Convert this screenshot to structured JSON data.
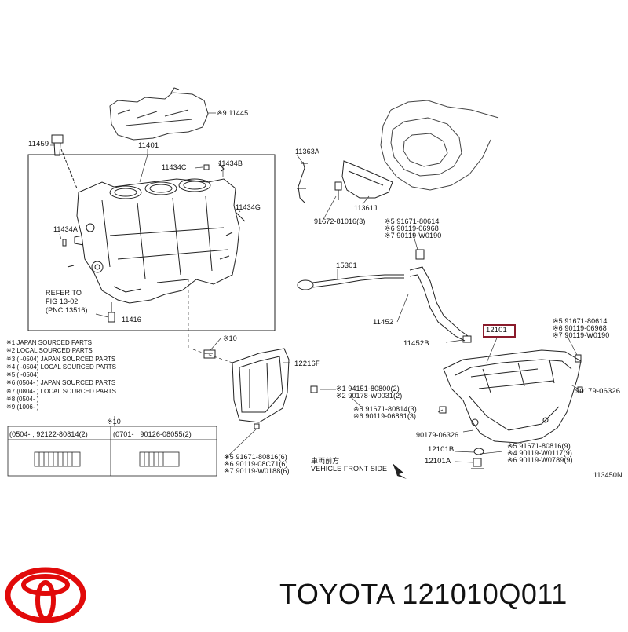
{
  "diagram": {
    "labels": {
      "p11445": "※9 11445",
      "p11459": "11459",
      "p11401": "11401",
      "p11434c": "11434C",
      "p11434b": "11434B",
      "p11434g": "11434G",
      "p11434a": "11434A",
      "p11363a": "11363A",
      "p11361j": "11361J",
      "p91672": "91672-81016(3)",
      "refer1": "REFER TO",
      "refer2": "FIG 13-02",
      "refer3": "(PNC 13516)",
      "p11416": "11416",
      "fast_a1": "※5 91671-80614",
      "fast_a2": "※6 90119-06968",
      "fast_a3": "※7 90119-W0190",
      "p15301": "15301",
      "p11452": "11452",
      "p11452b": "11452B",
      "p12101": "12101",
      "fast_b1": "※5 91671-80614",
      "fast_b2": "※6 90119-06968",
      "fast_b3": "※7 90119-W0190",
      "p90179a": "90179-06326",
      "p10mark": "※10",
      "p12216f": "12216F",
      "fast_c1": "※1 94151-80800(2)",
      "fast_c2": "※2 90178-W0031(2)",
      "fast_d1": "※5 91671-80814(3)",
      "fast_d2": "※6 90119-06861(3)",
      "p90179b": "90179-06326",
      "p12101b": "12101B",
      "p12101a": "12101A",
      "fast_e1": "※5 91671-80816(9)",
      "fast_e2": "※4 90119-W0117(9)",
      "fast_e3": "※6 90119-W0789(9)",
      "fast_f1": "※5 91671-80816(6)",
      "fast_f2": "※6 90119-08C71(6)",
      "fast_f3": "※7 90119-W0188(6)",
      "front1": "車両前方",
      "front2": "VEHICLE FRONT SIDE",
      "figno": "113450N"
    },
    "notes": [
      "※1 JAPAN SOURCED PARTS",
      "※2 LOCAL SOURCED PARTS",
      "※3 (      -0504) JAPAN SOURCED PARTS",
      "※4 (      -0504) LOCAL SOURCED PARTS",
      "※5 (      -0504)",
      "※6 (0504-      ) JAPAN SOURCED PARTS",
      "※7 (0804-      ) LOCAL SOURCED PARTS",
      "※8 (0504-      )",
      "※9 (1006-      )"
    ],
    "table": {
      "mark": "※10",
      "left": "(0504-      ; 92122-80814(2)",
      "right": "(0701-      ; 90126-08055(2)"
    }
  },
  "footer": {
    "brand_text": "TOYOTA 121010Q011",
    "logo_color": "#e10a0a"
  }
}
